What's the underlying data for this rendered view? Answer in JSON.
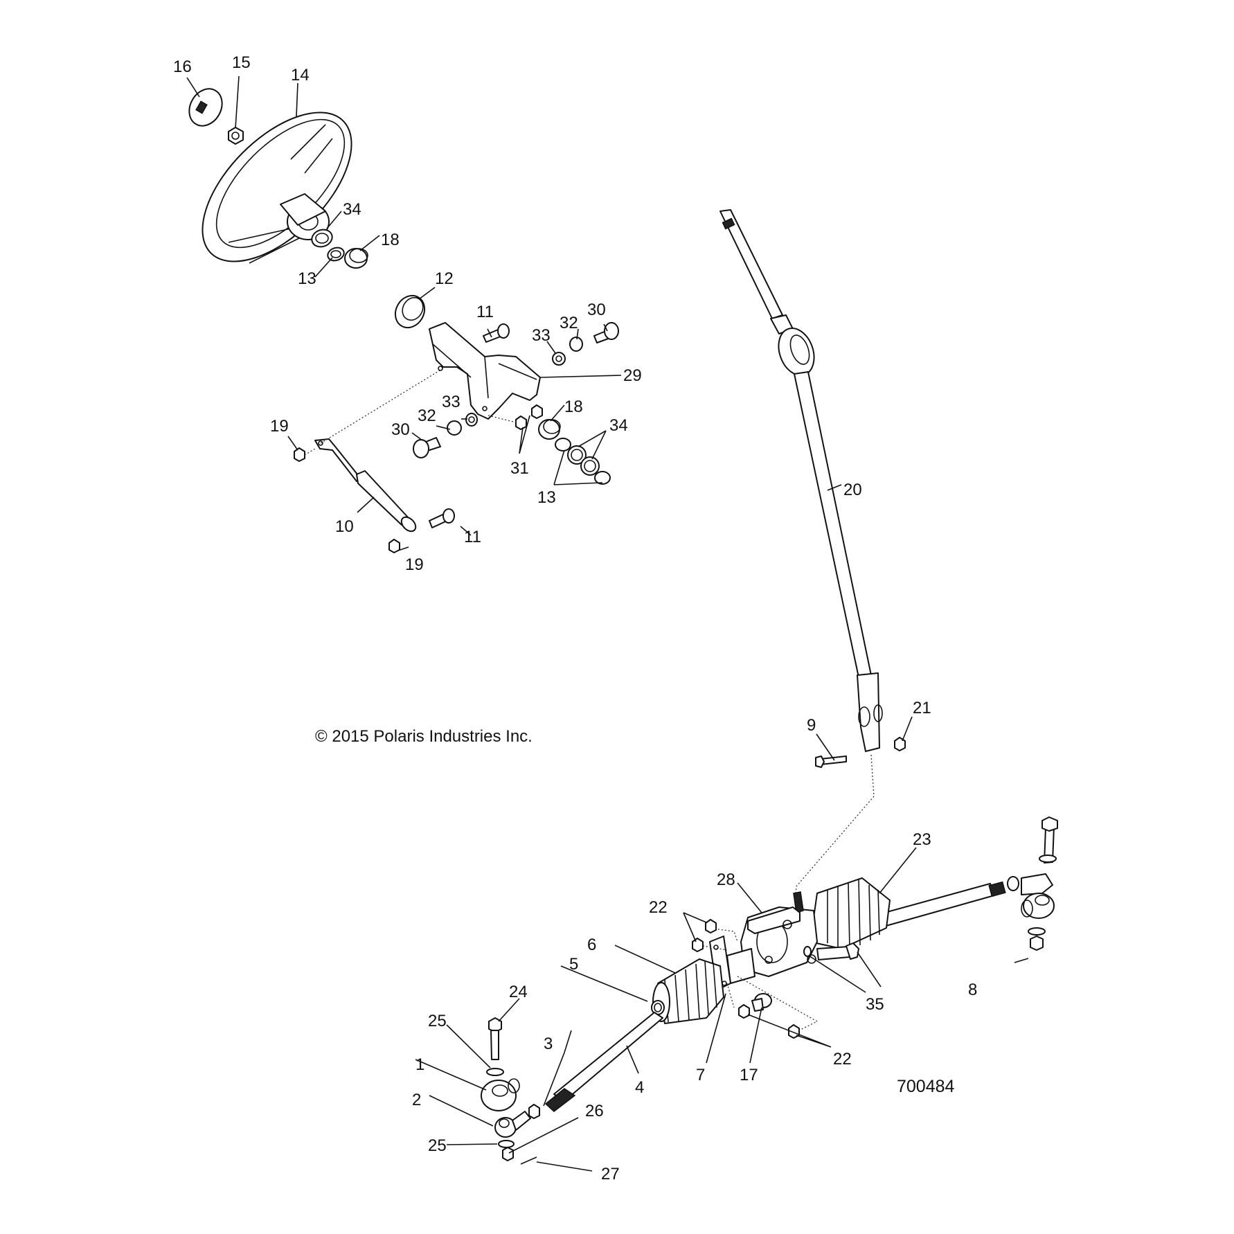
{
  "diagram": {
    "title": "Steering Assembly Exploded View",
    "copyright": "© 2015 Polaris Industries Inc.",
    "drawing_number": "700484",
    "callouts": [
      {
        "id": "c1",
        "label": "1",
        "part": "tie-rod-end-bushing"
      },
      {
        "id": "c2",
        "label": "2",
        "part": "tie-rod-end"
      },
      {
        "id": "c3",
        "label": "3",
        "part": "jam-nut"
      },
      {
        "id": "c4",
        "label": "4",
        "part": "tie-rod"
      },
      {
        "id": "c5",
        "label": "5",
        "part": "inner-tie-rod-sleeve"
      },
      {
        "id": "c6",
        "label": "6",
        "part": "steering-boot-left"
      },
      {
        "id": "c7",
        "label": "7",
        "part": "boot-clamp"
      },
      {
        "id": "c8",
        "label": "8",
        "part": "rack-mount-bolt"
      },
      {
        "id": "c9",
        "label": "9",
        "part": "u-joint-bolt"
      },
      {
        "id": "c10",
        "label": "10",
        "part": "gas-strut"
      },
      {
        "id": "c11a",
        "label": "11",
        "part": "strut-pivot-bolt-upper"
      },
      {
        "id": "c11b",
        "label": "11",
        "part": "strut-pivot-bolt-lower"
      },
      {
        "id": "c12",
        "label": "12",
        "part": "bearing"
      },
      {
        "id": "c13a",
        "label": "13",
        "part": "washer-upper"
      },
      {
        "id": "c13b",
        "label": "13",
        "part": "washer-lower"
      },
      {
        "id": "c14",
        "label": "14",
        "part": "steering-wheel"
      },
      {
        "id": "c15",
        "label": "15",
        "part": "steering-wheel-nut"
      },
      {
        "id": "c16",
        "label": "16",
        "part": "center-cap"
      },
      {
        "id": "c17",
        "label": "17",
        "part": "rack-mount-bolt-short"
      },
      {
        "id": "c18a",
        "label": "18",
        "part": "bushing-upper"
      },
      {
        "id": "c18b",
        "label": "18",
        "part": "bushing-lower"
      },
      {
        "id": "c19a",
        "label": "19",
        "part": "strut-nut-upper"
      },
      {
        "id": "c19b",
        "label": "19",
        "part": "strut-nut-lower"
      },
      {
        "id": "c20",
        "label": "20",
        "part": "steering-shaft"
      },
      {
        "id": "c21",
        "label": "21",
        "part": "u-joint-nut"
      },
      {
        "id": "c22a",
        "label": "22",
        "part": "rack-nut-upper"
      },
      {
        "id": "c22b",
        "label": "22",
        "part": "rack-nut-lower"
      },
      {
        "id": "c23",
        "label": "23",
        "part": "steering-rack"
      },
      {
        "id": "c24",
        "label": "24",
        "part": "spindle-bolt"
      },
      {
        "id": "c25a",
        "label": "25",
        "part": "spindle-washer-upper"
      },
      {
        "id": "c25b",
        "label": "25",
        "part": "spindle-washer-lower"
      },
      {
        "id": "c26",
        "label": "26",
        "part": "castle-nut"
      },
      {
        "id": "c27",
        "label": "27",
        "part": "cotter-pin"
      },
      {
        "id": "c28",
        "label": "28",
        "part": "rack-clamp"
      },
      {
        "id": "c29",
        "label": "29",
        "part": "steering-column-bracket"
      },
      {
        "id": "c30a",
        "label": "30",
        "part": "pivot-bolt-upper"
      },
      {
        "id": "c30b",
        "label": "30",
        "part": "pivot-bolt-lower"
      },
      {
        "id": "c31",
        "label": "31",
        "part": "bracket-nuts"
      },
      {
        "id": "c32a",
        "label": "32",
        "part": "pivot-bushing-upper"
      },
      {
        "id": "c32b",
        "label": "32",
        "part": "pivot-bushing-lower"
      },
      {
        "id": "c33a",
        "label": "33",
        "part": "pivot-washer-upper"
      },
      {
        "id": "c33b",
        "label": "33",
        "part": "pivot-washer-lower"
      },
      {
        "id": "c34a",
        "label": "34",
        "part": "seal-upper"
      },
      {
        "id": "c34b",
        "label": "34",
        "part": "seals-lower"
      },
      {
        "id": "c35",
        "label": "35",
        "part": "rack-washer"
      }
    ]
  }
}
